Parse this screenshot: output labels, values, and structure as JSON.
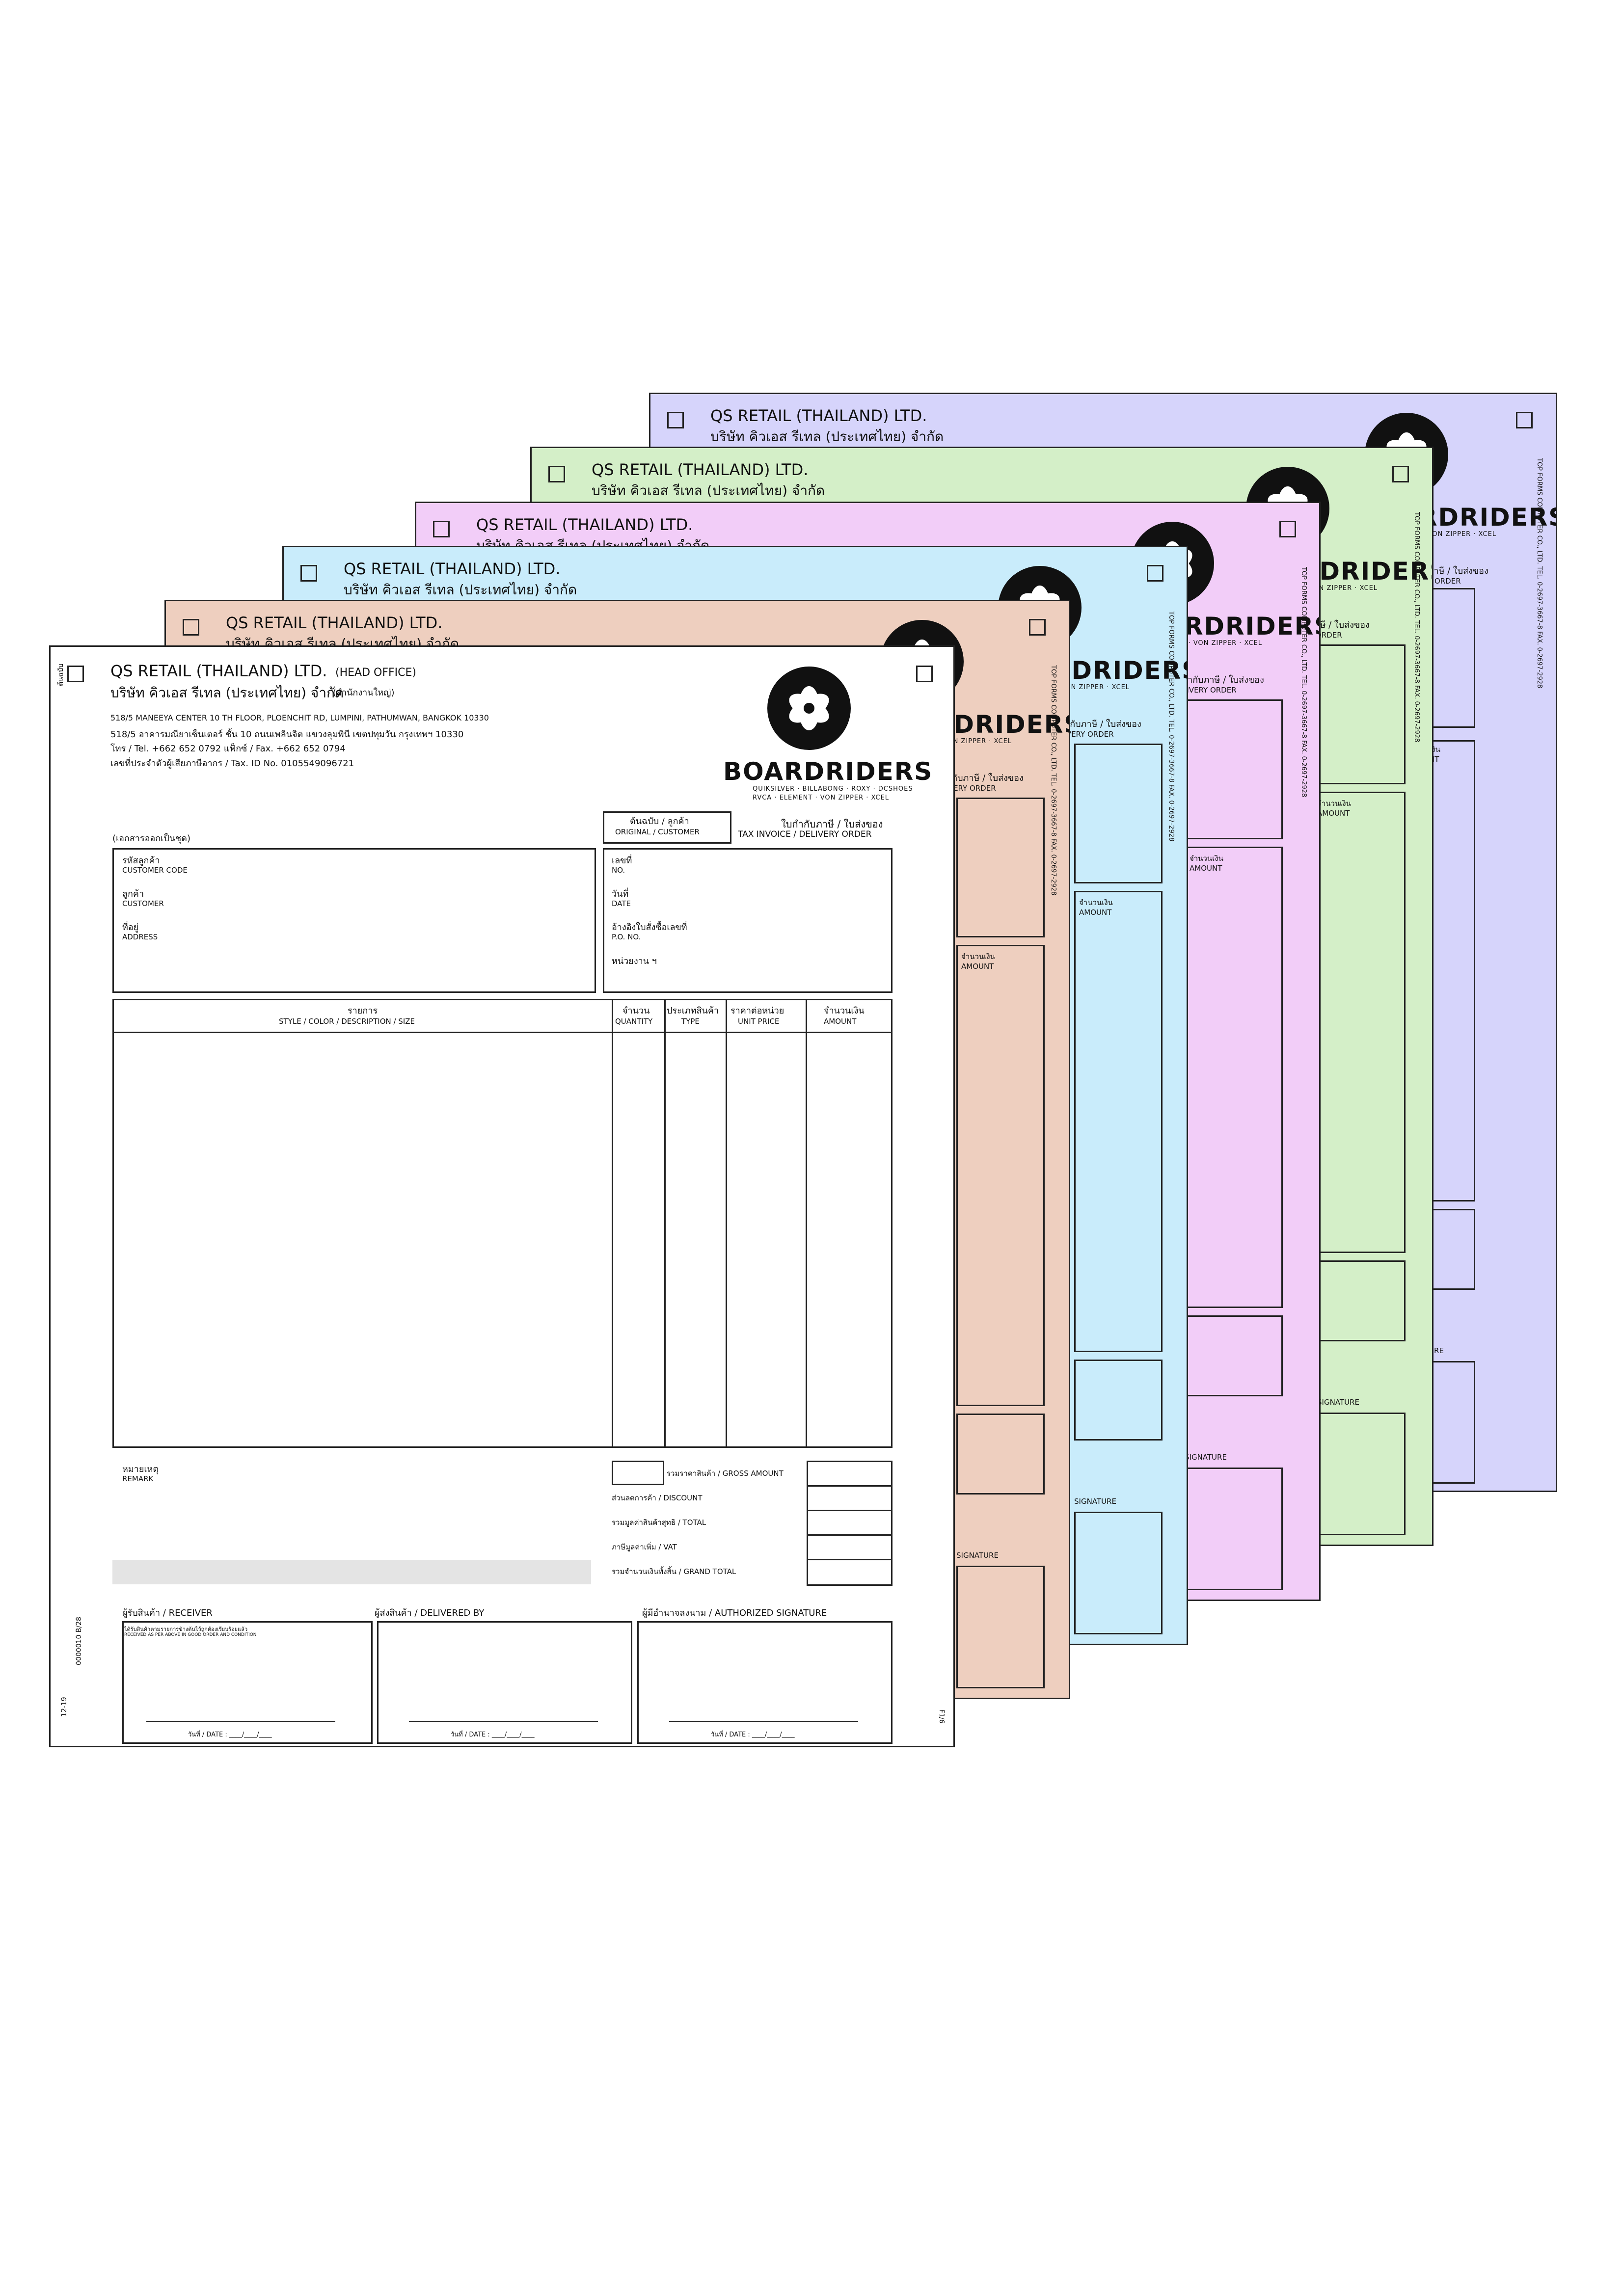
{
  "company": {
    "name_en": "QS RETAIL (THAILAND) LTD.",
    "office": "(HEAD OFFICE)",
    "name_th": "บริษัท คิวเอส รีเทล (ประเทศไทย) จำกัด",
    "branch_th": "(สำนักงานใหญ่)",
    "address_en": "518/5 MANEEYA CENTER 10 TH FLOOR, PLOENCHIT RD, LUMPINI, PATHUMWAN, BANGKOK 10330",
    "address_th": "518/5 อาคารมณียาเซ็นเตอร์ ชั้น 10 ถนนเพลินจิต แขวงลุมพินี เขตปทุมวัน กรุงเทพฯ 10330",
    "tel": "โทร / Tel. +662 652 0792   แฟ็กซ์ / Fax. +662 652 0794",
    "tax_id": "เลขที่ประจำตัวผู้เสียภาษีอากร / Tax. ID No. 0105549096721"
  },
  "brand": {
    "name": "BOARDRIDERS",
    "sub1": "QUIKSILVER · BILLABONG · ROXY · DCSHOES",
    "sub2": "RVCA · ELEMENT · VON ZIPPER · XCEL"
  },
  "copy_sheets": [
    {
      "name": "sheet-purple",
      "color": "#d6d4fb"
    },
    {
      "name": "sheet-green",
      "color": "#d4efc8"
    },
    {
      "name": "sheet-pink",
      "color": "#f2cdf8"
    },
    {
      "name": "sheet-blue",
      "color": "#c9ecfb"
    },
    {
      "name": "sheet-peach",
      "color": "#eecfbf"
    },
    {
      "name": "sheet-white",
      "color": "#ffffff"
    }
  ],
  "front": {
    "side_label": "ต้นฉบับ",
    "doc_note": "(เอกสารออกเป็นชุด)",
    "copy_type_th": "ต้นฉบับ / ลูกค้า",
    "copy_type_en": "ORIGINAL / CUSTOMER",
    "title_th": "ใบกำกับภาษี / ใบส่งของ",
    "title_en": "TAX INVOICE / DELIVERY ORDER",
    "customer_code_th": "รหัสลูกค้า",
    "customer_code_en": "CUSTOMER CODE",
    "customer_th": "ลูกค้า",
    "customer_en": "CUSTOMER",
    "address_th": "ที่อยู่",
    "address_en": "ADDRESS",
    "no_th": "เลขที่",
    "no_en": "NO.",
    "date_th": "วันที่",
    "date_en": "DATE",
    "po_th": "อ้างอิงใบสั่งซื้อเลขที่",
    "po_en": "P.O. NO.",
    "unit_th": "หน่วยงาน ฯ",
    "col_desc_th": "รายการ",
    "col_desc_en": "STYLE / COLOR / DESCRIPTION / SIZE",
    "col_qty_th": "จำนวน",
    "col_qty_en": "QUANTITY",
    "col_type_th": "ประเภทสินค้า",
    "col_type_en": "TYPE",
    "col_price_th": "ราคาต่อหน่วย",
    "col_price_en": "UNIT PRICE",
    "col_amount_th": "จำนวนเงิน",
    "col_amount_en": "AMOUNT",
    "remark_th": "หมายเหตุ",
    "remark_en": "REMARK",
    "gross": "รวมราคาสินค้า / GROSS AMOUNT",
    "discount": "ส่วนลดการค้า / DISCOUNT",
    "total": "รวมมูลค่าสินค้าสุทธิ / TOTAL",
    "vat": "ภาษีมูลค่าเพิ่ม / VAT",
    "grand_total": "รวมจำนวนเงินทั้งสิ้น / GRAND TOTAL",
    "receiver": "ผู้รับสินค้า / RECEIVER",
    "receiver_note_th": "ได้รับสินค้าตามรายการข้างต้นไว้ถูกต้องเรียบร้อยแล้ว",
    "receiver_note_en": "RECEIVED AS PER ABOVE IN GOOD ORDER AND CONDITION",
    "delivered_by": "ผู้ส่งสินค้า / DELIVERED BY",
    "authorized": "ผู้มีอำนาจลงนาม / AUTHORIZED SIGNATURE",
    "date_line": "วันที่ / DATE : ____/____/____",
    "form_code_left": "12-19",
    "form_serial": "0000010 B/28",
    "form_code_right": "F1/6"
  },
  "back_sheets_text": {
    "copy_title": "ใบกำกับภาษี / ใบส่งของ",
    "delivery_order": "DELIVERY ORDER",
    "amount_th": "จำนวนเงิน",
    "amount_en": "AMOUNT",
    "signature": "SIGNATURE",
    "printer": "TOP FORMS COMPUTER CO., LTD. TEL. 0-2697-3667-8  FAX. 0-2697-2928"
  }
}
